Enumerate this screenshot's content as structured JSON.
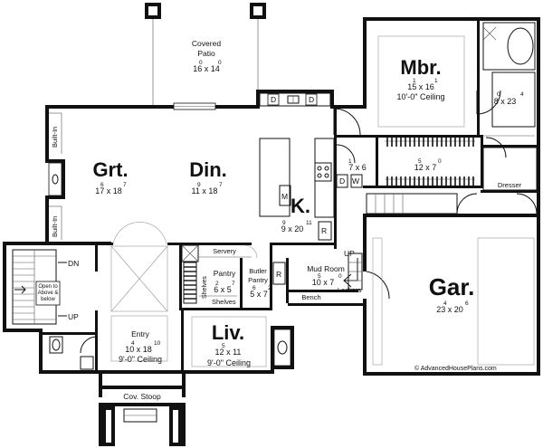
{
  "plan": {
    "rooms": {
      "covered_patio": {
        "name_line1": "Covered",
        "name_line2": "Patio",
        "dim_a": "16",
        "dim_a_sup": "0",
        "dim_b": "14",
        "dim_b_sup": "0"
      },
      "mbr": {
        "name": "Mbr.",
        "dim_a": "15",
        "dim_a_sup": "1",
        "dim_b": "16",
        "dim_b_sup": "1",
        "ceiling": "10'-0\" Ceiling"
      },
      "mbath": {
        "dim_a": "8",
        "dim_a_sup": "0",
        "dim_b": "23",
        "dim_b_sup": "4"
      },
      "grt": {
        "name": "Grt.",
        "dim_a": "17",
        "dim_a_sup": "6",
        "dim_b": "18",
        "dim_b_sup": "7"
      },
      "din": {
        "name": "Din.",
        "dim_a": "11",
        "dim_a_sup": "9",
        "dim_b": "18",
        "dim_b_sup": "7"
      },
      "k": {
        "name": "K.",
        "dim_a": "9",
        "dim_a_sup": "9",
        "dim_b": "20",
        "dim_b_sup": "11"
      },
      "closet_a": {
        "dim_a": "7",
        "dim_a_sup": "1",
        "dim_b": "6",
        "dim_b_sup": ""
      },
      "closet_b": {
        "dim_a": "12",
        "dim_a_sup": "5",
        "dim_b": "7",
        "dim_b_sup": "0"
      },
      "pantry": {
        "name": "Pantry",
        "dim_a": "6",
        "dim_a_sup": "2",
        "dim_b": "5",
        "dim_b_sup": "7"
      },
      "butler": {
        "name_line1": "Butler",
        "name_line2": "Pantry",
        "dim_a": "5",
        "dim_a_sup": "6",
        "dim_b": "7",
        "dim_b_sup": "2"
      },
      "mud": {
        "name": "Mud Room",
        "dim_a": "10",
        "dim_a_sup": "5",
        "dim_b": "7",
        "dim_b_sup": "0"
      },
      "gar": {
        "name": "Gar.",
        "dim_a": "23",
        "dim_a_sup": "4",
        "dim_b": "20",
        "dim_b_sup": "6"
      },
      "entry": {
        "name": "Entry",
        "dim_a": "10",
        "dim_a_sup": "4",
        "dim_b": "18",
        "dim_b_sup": "10",
        "ceiling": "9'-0\" Ceiling"
      },
      "liv": {
        "name": "Liv.",
        "dim_a": "12",
        "dim_a_sup": "5",
        "dim_b": "11",
        "dim_b_sup": "",
        "ceiling": "9'-0\" Ceiling"
      },
      "stoop": {
        "name": "Cov. Stoop"
      }
    },
    "labels": {
      "built_in_top": "Built-In",
      "built_in_bottom": "Built-In",
      "servery": "Servery",
      "shelves_side": "Shelves",
      "shelves_bottom": "Shelves",
      "bench": "Bench",
      "lockers": "Lockers",
      "dresser": "Dresser",
      "dn": "DN",
      "up_stair": "UP",
      "up_garage": "UP",
      "open_line1": "Open to",
      "open_line2": "Above &",
      "open_line3": "below",
      "d_left": "D",
      "d_right": "D",
      "d_closet": "D",
      "w_closet": "W",
      "m_kitchen": "M",
      "r_kitchen": "R",
      "r_butler": "R",
      "x_label": "x"
    },
    "credit": "© AdvancedHousePlans.com"
  }
}
